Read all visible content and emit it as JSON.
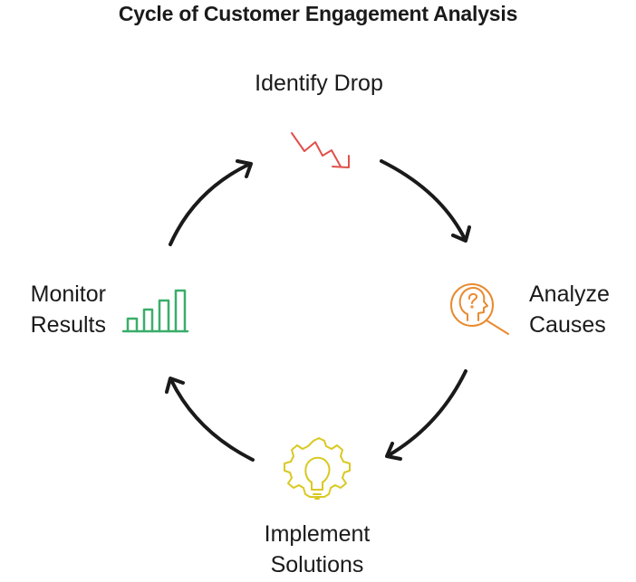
{
  "title": "Cycle of Customer Engagement Analysis",
  "steps": {
    "identify": {
      "line1": "Identify Drop",
      "icon": "trend-down-icon",
      "color": "#e0504a"
    },
    "analyze": {
      "line1": "Analyze",
      "line2": "Causes",
      "icon": "head-magnifier-icon",
      "color": "#e98a2f"
    },
    "implement": {
      "line1": "Implement",
      "line2": "Solutions",
      "icon": "gear-lightbulb-icon",
      "color": "#d9c921"
    },
    "monitor": {
      "line1": "Monitor",
      "line2": "Results",
      "icon": "bar-chart-icon",
      "color": "#3aae6a"
    }
  },
  "arrow_color": "#1a1a1a"
}
